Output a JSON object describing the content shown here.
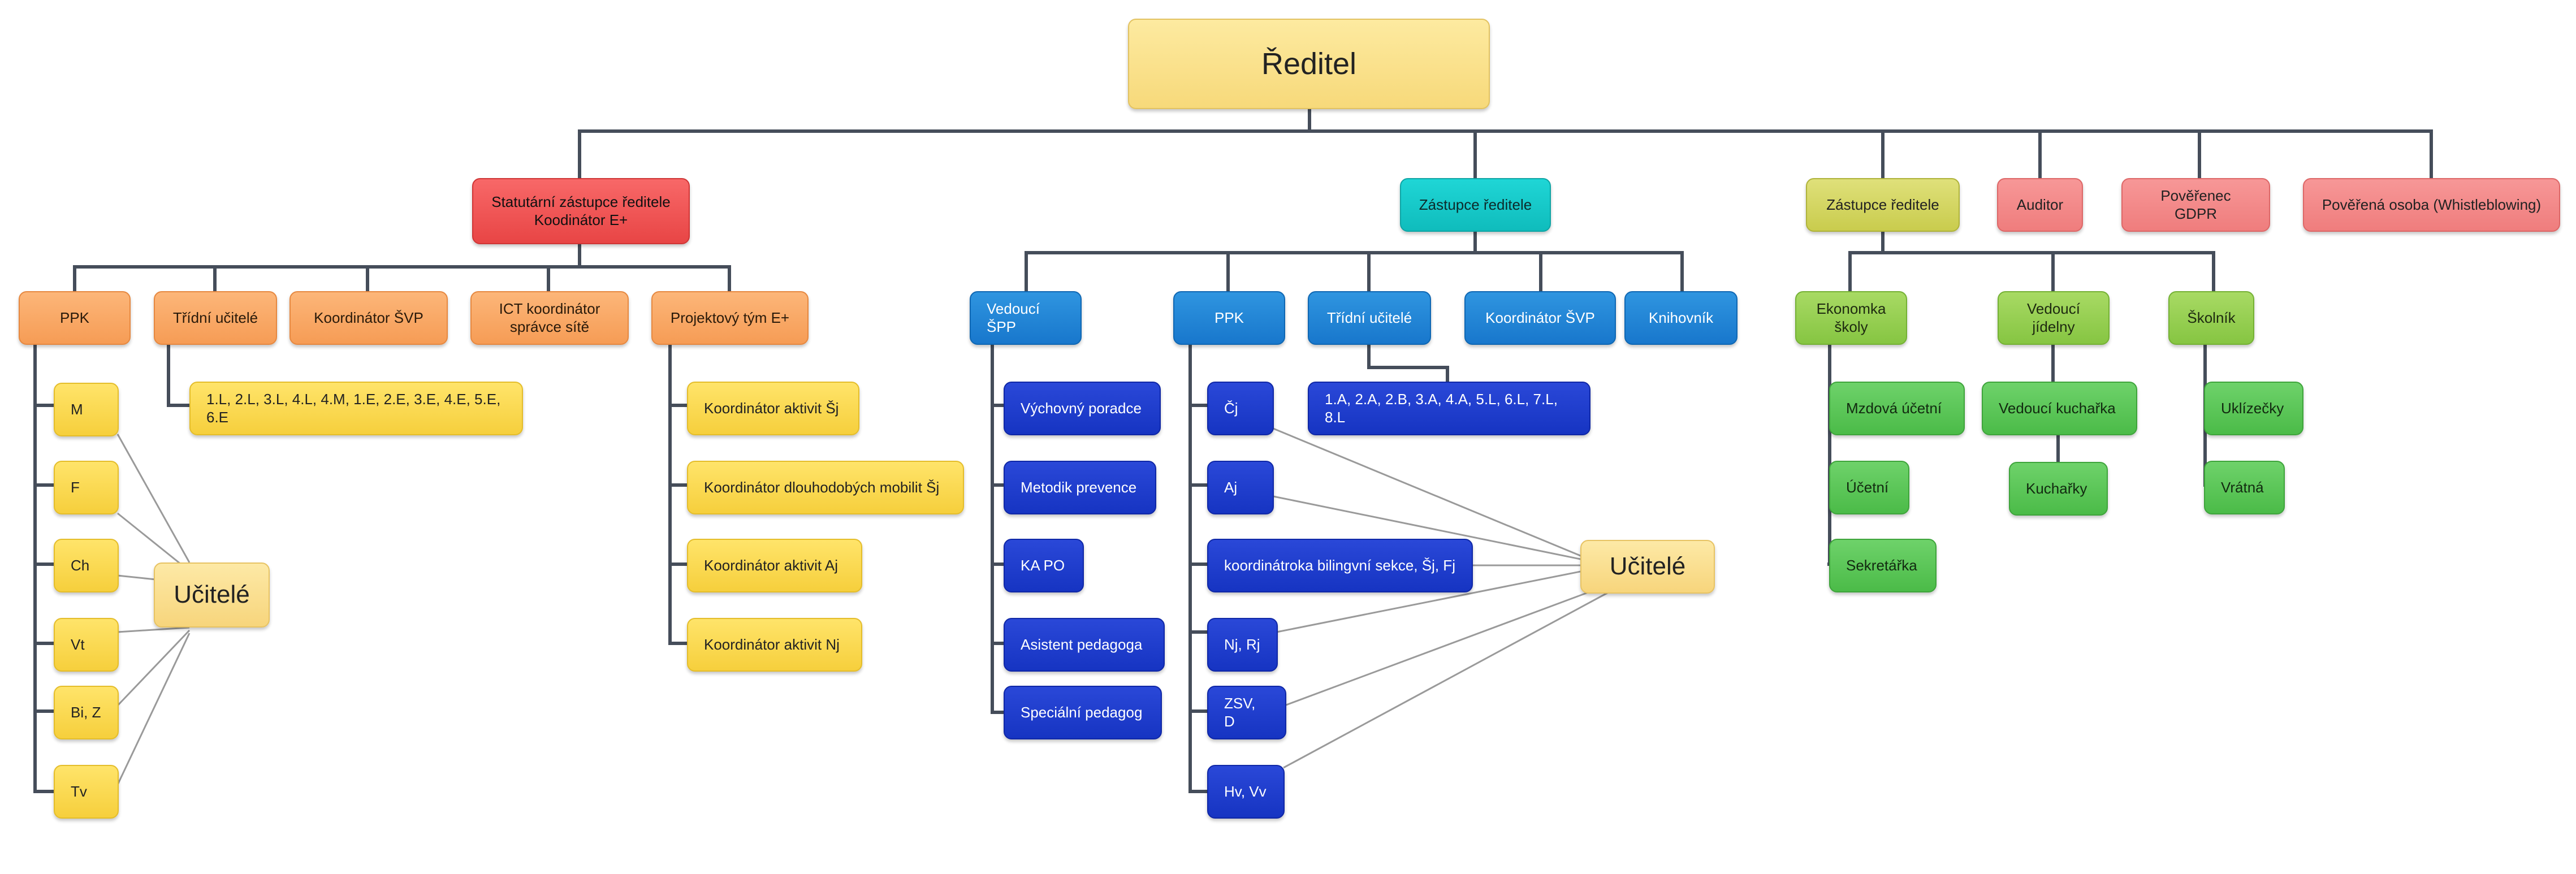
{
  "diagram": {
    "director": "Ředitel",
    "statutory_deputy": "Statutární zástupce ředitele\nKoodinátor E+",
    "deputy_center": "Zástupce ředitele",
    "deputy_right": "Zástupce ředitele",
    "auditor": "Auditor",
    "gdpr": "Pověřenec GDPR",
    "whistleblowing": "Pověřená osoba (Whistleblowing)",
    "left": {
      "ppk": "PPK",
      "class_teachers": "Třídní učitelé",
      "svp_coordinator": "Koordinátor ŠVP",
      "ict_coordinator": "ICT koordinátor\nsprávce sítě",
      "project_team": "Projektový tým E+",
      "subjects": [
        "M",
        "F",
        "Ch",
        "Vt",
        "Bi, Z",
        "Tv"
      ],
      "teachers": "Učitelé",
      "classes": "1.L, 2.L, 3.L, 4.L, 4.M, 1.E, 2.E, 3.E, 4.E, 5.E, 6.E",
      "project_items": [
        "Koordinátor aktivit Šj",
        "Koordinátor dlouhodobých mobilit Šj",
        "Koordinátor aktivit Aj",
        "Koordinátor aktivit Nj"
      ]
    },
    "center": {
      "spp_head": "Vedoucí\nŠPP",
      "ppk": "PPK",
      "class_teachers": "Třídní učitelé",
      "svp_coordinator": "Koordinátor ŠVP",
      "librarian": "Knihovník",
      "spp_items": [
        "Výchovný poradce",
        "Metodik prevence",
        "KA PO",
        "Asistent pedagoga",
        "Speciální pedagog"
      ],
      "subjects": [
        "Čj",
        "Aj",
        "koordinátroka bilingvní sekce, Šj, Fj",
        "Nj, Rj",
        "ZSV, D",
        "Hv, Vv"
      ],
      "classes": "1.A, 2.A, 2.B, 3.A, 4.A, 5.L, 6.L, 7.L, 8.L",
      "teachers": "Učitelé"
    },
    "right": {
      "economist": "Ekonomka\nškoly",
      "canteen_head": "Vedoucí\njídelny",
      "caretaker": "Školník",
      "economist_items": [
        "Mzdová účetní",
        "Účetní",
        "Sekretářka"
      ],
      "head_cook": "Vedoucí kuchařka",
      "cooks": "Kuchařky",
      "caretaker_items": [
        "Uklízečky",
        "Vrátná"
      ]
    }
  },
  "colors": {
    "connector": "#454d5a",
    "teacher_link": "#9a9a9a"
  }
}
